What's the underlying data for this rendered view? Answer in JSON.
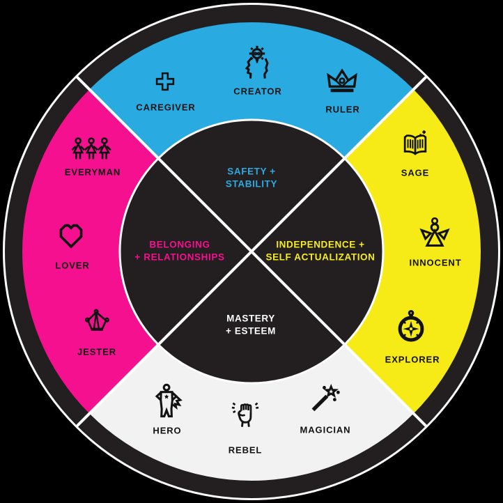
{
  "wheel": {
    "background": "#000000",
    "ring_fill": "#231F20",
    "divider_color": "#FFFFFF",
    "quadrant_colors": {
      "safety": "#29ABE2",
      "independence": "#F6EB16",
      "mastery": "#F2F2F2",
      "belonging": "#F4108E"
    },
    "center_labels": {
      "safety": {
        "line1": "SAFETY +",
        "line2": "STABILITY",
        "color": "#29ABE2"
      },
      "belonging": {
        "line1": "BELONGING",
        "line2": "+ RELATIONSHIPS",
        "color": "#F4108E"
      },
      "independence": {
        "line1": "INDEPENDENCE +",
        "line2": "SELF ACTUALIZATION",
        "color": "#F7EC1E"
      },
      "mastery": {
        "line1": "MASTERY",
        "line2": "+ ESTEEM",
        "color": "#FFFFFF"
      }
    },
    "archetypes": {
      "caregiver": {
        "label": "CAREGIVER",
        "icon": "medical-cross-icon"
      },
      "creator": {
        "label": "CREATOR",
        "icon": "head-lightbulb-icon"
      },
      "ruler": {
        "label": "RULER",
        "icon": "crown-icon"
      },
      "everyman": {
        "label": "EVERYMAN",
        "icon": "three-people-icon"
      },
      "lover": {
        "label": "LOVER",
        "icon": "heart-icon"
      },
      "jester": {
        "label": "JESTER",
        "icon": "jester-hat-icon"
      },
      "sage": {
        "label": "SAGE",
        "icon": "open-book-icon"
      },
      "innocent": {
        "label": "INNOCENT",
        "icon": "angel-icon"
      },
      "explorer": {
        "label": "EXPLORER",
        "icon": "compass-icon"
      },
      "hero": {
        "label": "HERO",
        "icon": "superhero-icon"
      },
      "rebel": {
        "label": "REBEL",
        "icon": "raised-fist-icon"
      },
      "magician": {
        "label": "MAGICIAN",
        "icon": "magic-wand-icon"
      }
    }
  }
}
